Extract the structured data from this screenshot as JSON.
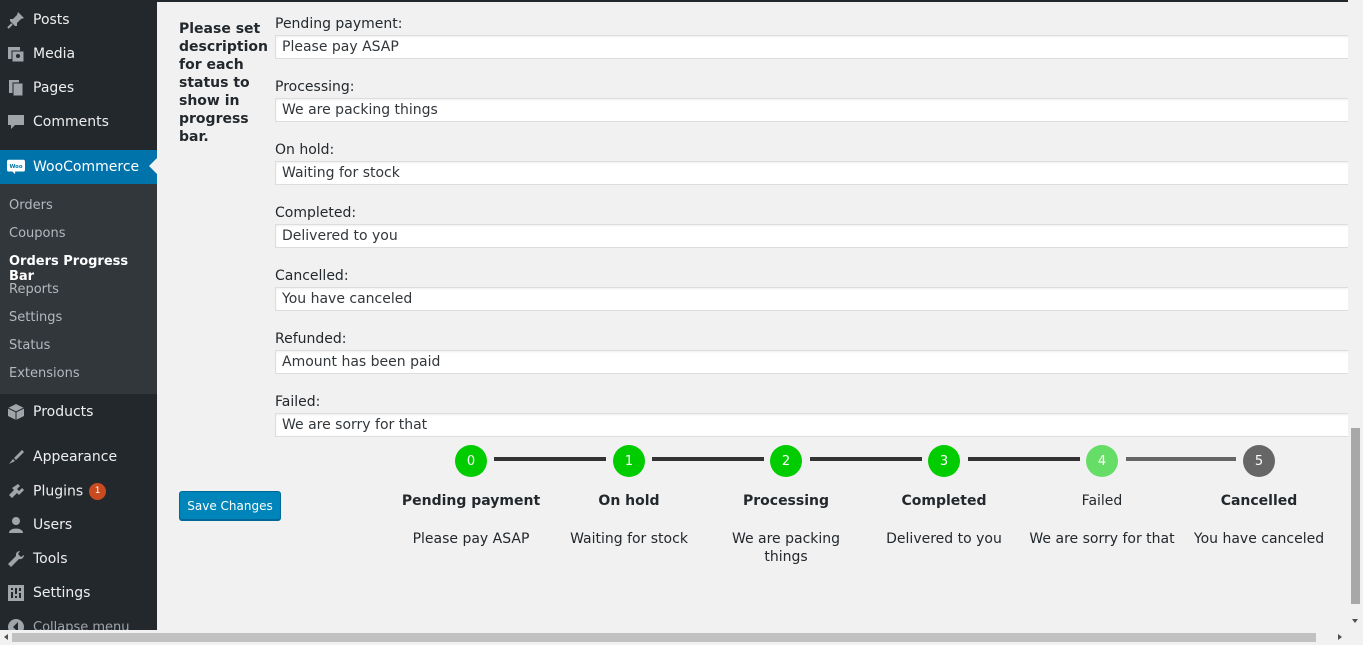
{
  "sidebar": {
    "items": [
      {
        "label": "Posts",
        "icon": "pin-icon"
      },
      {
        "label": "Media",
        "icon": "media-icon"
      },
      {
        "label": "Pages",
        "icon": "pages-icon"
      },
      {
        "label": "Comments",
        "icon": "comments-icon"
      },
      {
        "label": "WooCommerce",
        "icon": "woocommerce-icon"
      },
      {
        "label": "Products",
        "icon": "products-icon"
      },
      {
        "label": "Appearance",
        "icon": "appearance-icon"
      },
      {
        "label": "Plugins",
        "icon": "plugins-icon",
        "badge": "1"
      },
      {
        "label": "Users",
        "icon": "users-icon"
      },
      {
        "label": "Tools",
        "icon": "tools-icon"
      },
      {
        "label": "Settings",
        "icon": "settings-icon"
      },
      {
        "label": "Collapse menu",
        "icon": "collapse-icon"
      }
    ],
    "woo_submenu": [
      "Orders",
      "Coupons",
      "Orders Progress Bar",
      "Reports",
      "Settings",
      "Status",
      "Extensions"
    ]
  },
  "form": {
    "description": "Please set description for each status to show in progress bar.",
    "fields": [
      {
        "label": "Pending payment:",
        "value": "Please pay ASAP"
      },
      {
        "label": "Processing:",
        "value": "We are packing things"
      },
      {
        "label": "On hold:",
        "value": "Waiting for stock"
      },
      {
        "label": "Completed:",
        "value": "Delivered to you"
      },
      {
        "label": "Cancelled:",
        "value": "You have canceled"
      },
      {
        "label": "Refunded:",
        "value": "Amount has been paid"
      },
      {
        "label": "Failed:",
        "value": "We are sorry for that"
      }
    ],
    "save_label": "Save Changes"
  },
  "progress": {
    "steps": [
      {
        "number": "0",
        "title": "Pending payment",
        "desc": "Please pay ASAP"
      },
      {
        "number": "1",
        "title": "On hold",
        "desc": "Waiting for stock"
      },
      {
        "number": "2",
        "title": "Processing",
        "desc": "We are packing things"
      },
      {
        "number": "3",
        "title": "Completed",
        "desc": "Delivered to you"
      },
      {
        "number": "4",
        "title": "Failed",
        "desc": "We are sorry for that"
      },
      {
        "number": "5",
        "title": "Cancelled",
        "desc": "You have canceled"
      }
    ]
  },
  "colors": {
    "active_green": "#00cc00",
    "failed_green": "#66dd66",
    "cancelled_gray": "#666666",
    "wp_blue": "#0073aa",
    "badge_orange": "#ca4a1f"
  }
}
